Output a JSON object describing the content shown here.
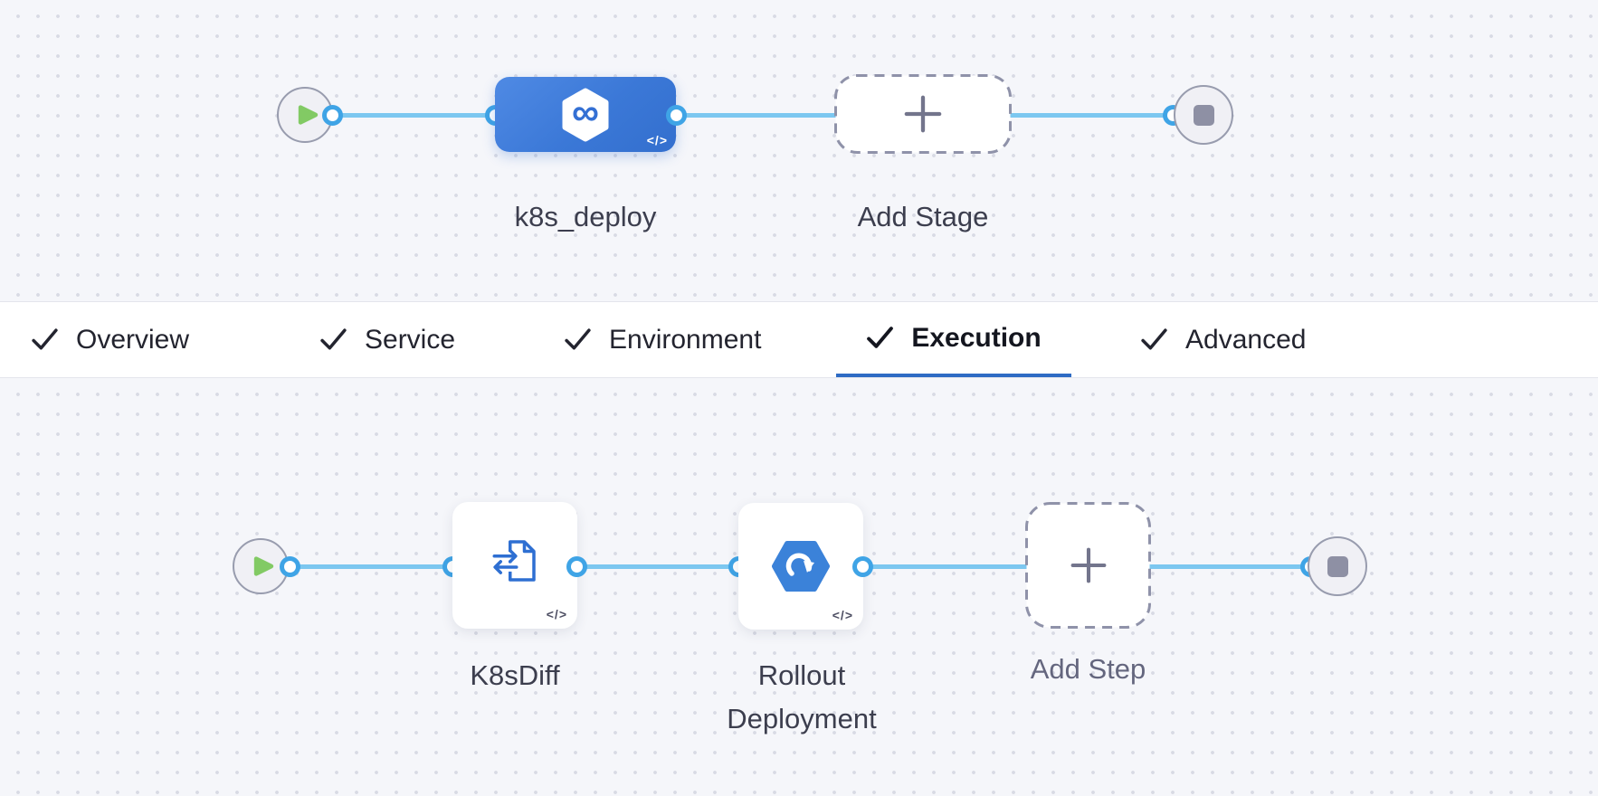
{
  "icons": {
    "infinity_glyph": "∞",
    "code_badge": "</>"
  },
  "stage_pipeline": {
    "stage_label": "k8s_deploy",
    "add_stage_label": "Add Stage"
  },
  "tabs": {
    "items": [
      {
        "label": "Overview",
        "checked": true,
        "active": false
      },
      {
        "label": "Service",
        "checked": true,
        "active": false
      },
      {
        "label": "Environment",
        "checked": true,
        "active": false
      },
      {
        "label": "Execution",
        "checked": true,
        "active": true
      },
      {
        "label": "Advanced",
        "checked": true,
        "active": false
      }
    ],
    "active_tab": "Execution"
  },
  "execution_pipeline": {
    "steps": [
      {
        "label": "K8sDiff",
        "icon": "k8s-diff-icon",
        "code_badge": "</>"
      },
      {
        "label": "Rollout Deployment",
        "icon": "rollout-deployment-icon",
        "code_badge": "</>"
      }
    ],
    "add_step_label": "Add Step"
  },
  "colors": {
    "canvas_bg": "#f5f6fa",
    "dot_grid": "#d8dae4",
    "connector_blue": "#7cc7f0",
    "port_ring_blue": "#3fa4e6",
    "stage_node_blue": "#3b78d7",
    "step_icon_blue": "#2e6fd2",
    "start_green": "#82ca64",
    "stop_grey": "#8e90a4",
    "dashed_border_grey": "#8f92a9",
    "active_tab_underline": "#2e6bc4",
    "label_dark": "#3c3e4e",
    "label_grey": "#64667e"
  }
}
